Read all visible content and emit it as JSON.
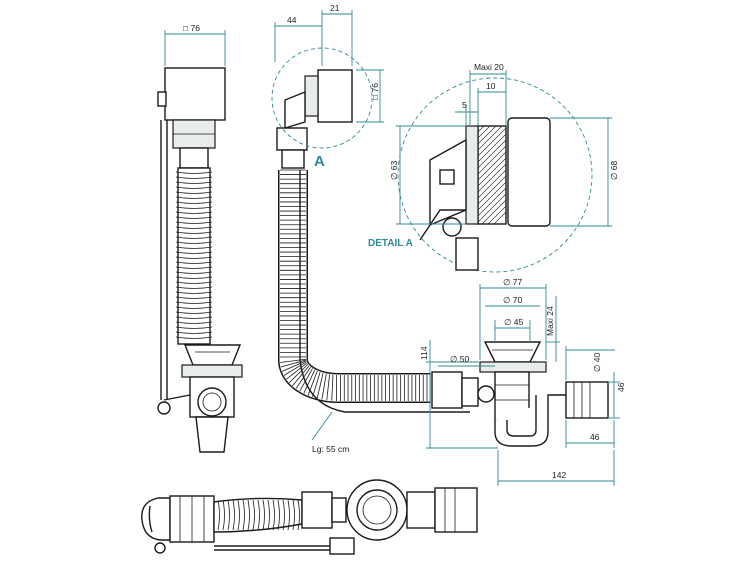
{
  "labels": {
    "detail_marker": "A",
    "detail_title": "DETAIL A",
    "hose_length": "Lg: 55 cm"
  },
  "dimensions": {
    "cap_square": "□ 76",
    "side_44": "44",
    "side_21": "21",
    "side_square_76": "□ 76",
    "maxi_20": "Maxi 20",
    "d_10": "10",
    "d_5": "5",
    "dia_63": "∅ 63",
    "dia_68": "∅ 68",
    "dia_77": "∅ 77",
    "dia_70": "∅ 70",
    "dia_45": "∅ 45",
    "maxi_24": "Maxi 24",
    "h_114": "114",
    "dia_50": "∅ 50",
    "dia_40": "∅ 40",
    "v_46": "46",
    "h_46": "46",
    "w_142": "142"
  },
  "colors": {
    "line": "#1b1b1b",
    "dimension": "#2f8a96",
    "fill_light": "#e9ecec"
  }
}
